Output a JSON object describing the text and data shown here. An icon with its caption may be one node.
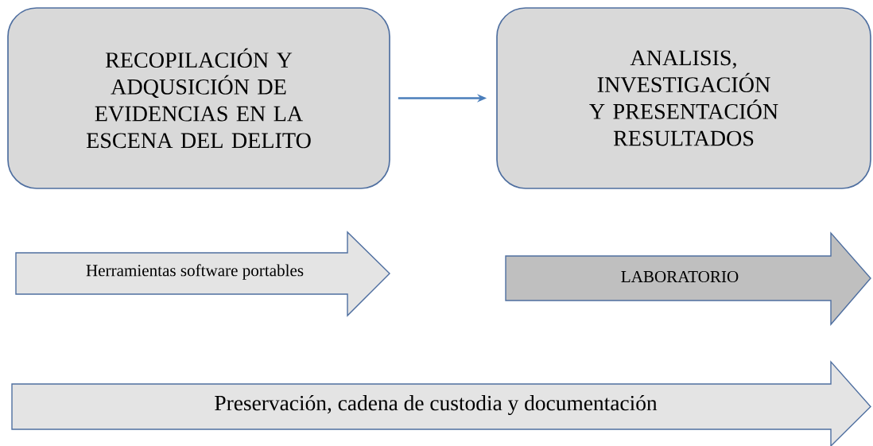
{
  "diagram": {
    "nodes": [
      {
        "text": [
          "RECOPILACIÓN Y ADQUSICIÓN DE EVIDENCIAS EN LA ESCENA DEL DELITO"
        ]
      },
      {
        "text": [
          "ANALISIS, INVESTIGACIÓN Y PRESENTACIÓN RESULTADOS"
        ]
      },
      {
        "text": [
          "Herramientas software portables"
        ]
      },
      {
        "text": [
          "LABORATORIO"
        ]
      },
      {
        "text": [
          "Preservación, cadena de custodia y documentación"
        ]
      }
    ],
    "edges": [
      {
        "from": 0,
        "to": 1,
        "arrow": "to"
      }
    ]
  }
}
